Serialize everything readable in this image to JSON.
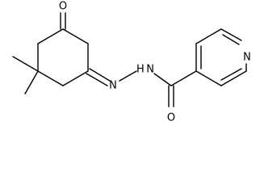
{
  "molecule": {
    "atoms": {
      "ketone_oxygen": "O",
      "imine_nitrogen": "N",
      "hydrazide_nh": "H N",
      "amide_oxygen": "O",
      "pyridine_nitrogen": "N"
    }
  }
}
